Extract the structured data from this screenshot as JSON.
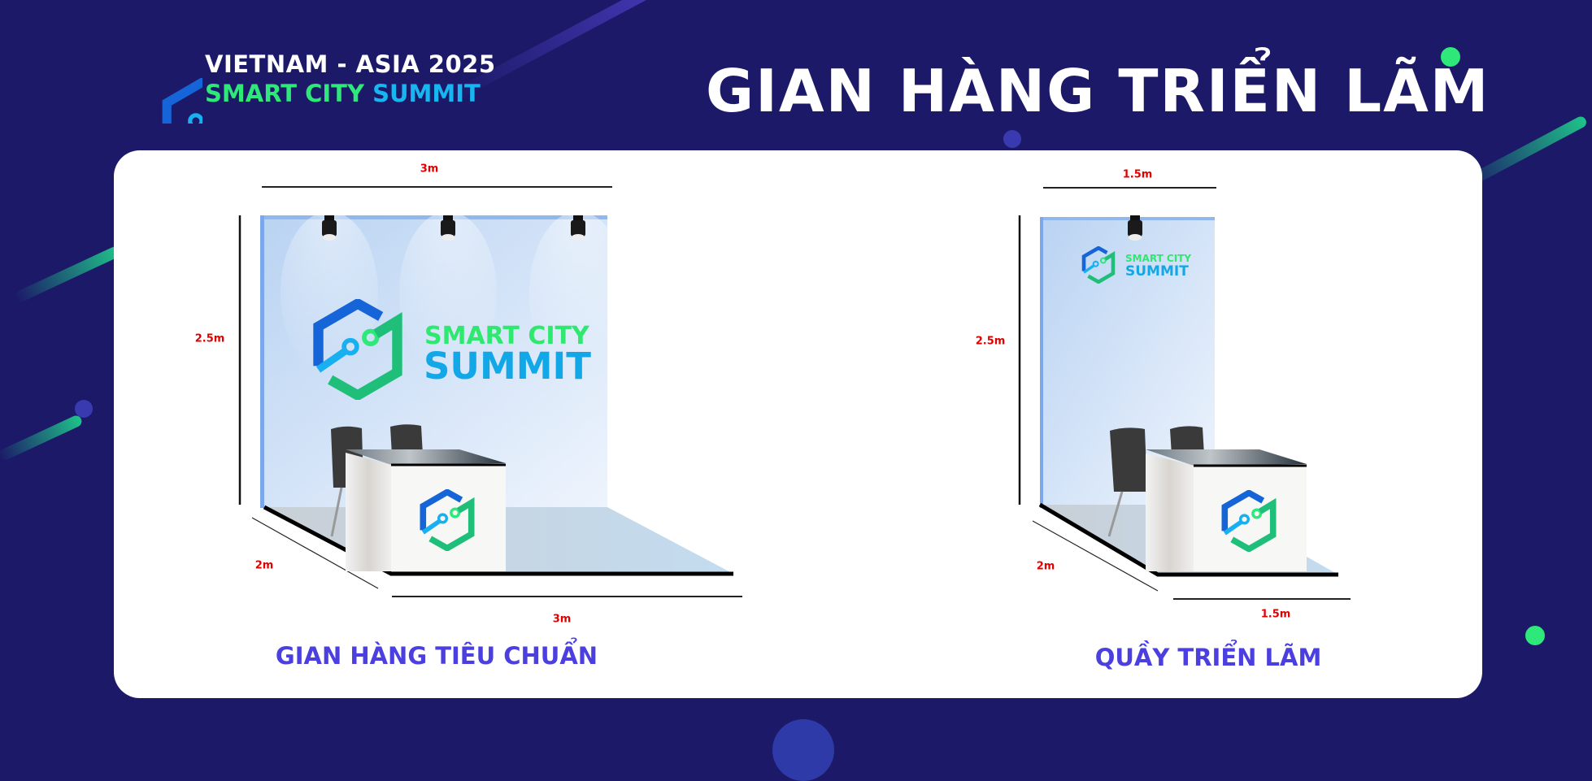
{
  "header": {
    "logo_line1": "VIETNAM - ASIA  2025",
    "logo_smart_city": "SMART CITY",
    "logo_summit": "SUMMIT",
    "title": "GIAN HÀNG TRIỂN LÃM"
  },
  "booths": [
    {
      "caption": "GIAN HÀNG TIÊU CHUẨN",
      "width_label": "3m",
      "height_label": "2.5m",
      "depth_label": "2m",
      "front_label": "3m",
      "wall_brand_line1": "SMART CITY",
      "wall_brand_line2": "SUMMIT"
    },
    {
      "caption": "QUẦY TRIỂN LÃM",
      "width_label": "1.5m",
      "height_label": "2.5m",
      "depth_label": "2m",
      "front_label": "1.5m",
      "wall_brand_line1": "SMART CITY",
      "wall_brand_line2": "SUMMIT"
    }
  ],
  "colors": {
    "background": "#1c1a68",
    "accent_green": "#2ee87a",
    "accent_cyan": "#18b6f0",
    "caption": "#4b3fe0",
    "dimension": "#e00000"
  }
}
